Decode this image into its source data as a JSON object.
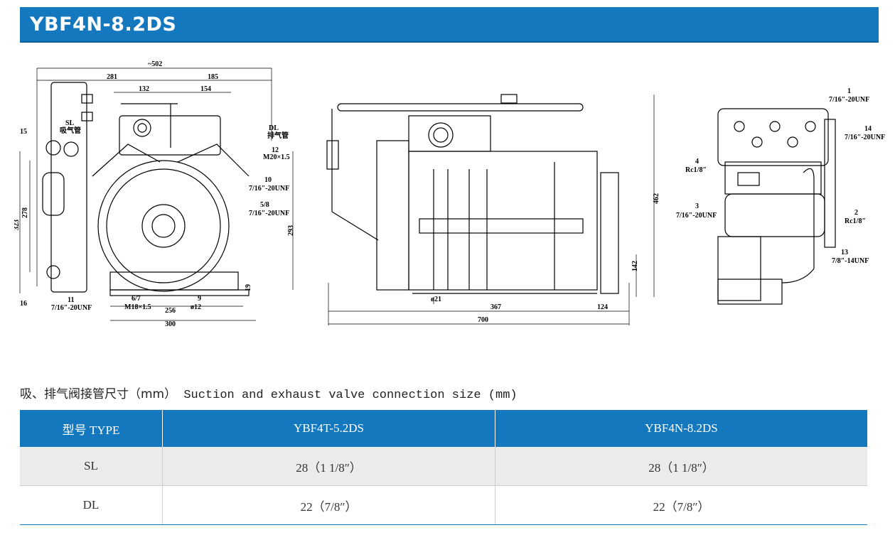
{
  "header": {
    "title": "YBF4N-8.2DS"
  },
  "drawing": {
    "front_view": {
      "dims": [
        "~502",
        "281",
        "185",
        "132",
        "154",
        "323",
        "278",
        "293",
        "19",
        "256",
        "300",
        "ø12",
        "M18×1.5",
        "6/7",
        "9"
      ],
      "callouts": [
        "SL",
        "吸气管",
        "DL",
        "排气管",
        "12",
        "M20×1.5",
        "10",
        "7/16″-20UNF",
        "5/8",
        "7/16″-20UNF",
        "15",
        "16",
        "11",
        "7/16″-20UNF"
      ]
    },
    "side_view": {
      "dims": [
        "462",
        "142",
        "ø21",
        "367",
        "124",
        "700"
      ]
    },
    "rear_view": {
      "callouts": [
        "1",
        "7/16″-20UNF",
        "14",
        "7/16″-20UNF",
        "4",
        "Rc1/8″",
        "3",
        "7/16″-20UNF",
        "2",
        "Rc1/8″",
        "13",
        "7/8″-14UNF"
      ]
    }
  },
  "table": {
    "subtitle_cn": "吸、排气阀接管尺寸（mm）",
    "subtitle_en": " Suction and exhaust valve connection size (mm)",
    "headers": [
      "型号 TYPE",
      "YBF4T-5.2DS",
      "YBF4N-8.2DS"
    ],
    "rows": [
      [
        "SL",
        "28（1 1/8″）",
        "28（1 1/8″）"
      ],
      [
        "DL",
        "22（7/8″）",
        "22（7/8″）"
      ]
    ]
  },
  "colors": {
    "header_bg": "#1478be",
    "row_alt": "#ebebeb"
  }
}
